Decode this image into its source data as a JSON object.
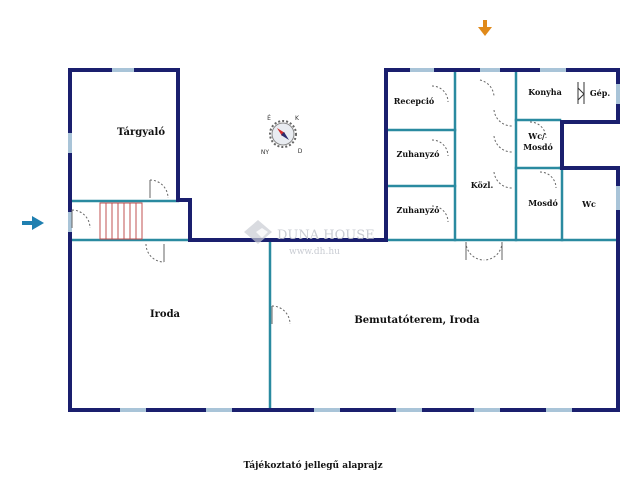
{
  "colors": {
    "outer_wall": "#1a1f6e",
    "inner_wall": "#2a8aa0",
    "window": "#a9c4d8",
    "door": "#666666",
    "arrow_top": "#e08a1a",
    "arrow_left": "#1f7fb0",
    "watermark": "#c9ccd3"
  },
  "rooms": {
    "targyalo": "Tárgyaló",
    "iroda": "Iroda",
    "bemutatoterem": "Bemutatóterem, Iroda",
    "recepcio": "Recepció",
    "zuhanyzo_1": "Zuhanyzó",
    "zuhanyzo_2": "Zuhanyzó",
    "kozl": "Közl.",
    "konyha": "Konyha",
    "gep": "Gép.",
    "wc_mosdo": "Wc/\nMosdó",
    "mosdo": "Mosdó",
    "wc": "Wc"
  },
  "compass": {
    "letters": [
      "É",
      "K",
      "D",
      "NY"
    ]
  },
  "watermark": {
    "brand": "DUNA HOUSE",
    "url": "www.dh.hu"
  },
  "caption": "Tájékoztató jellegű alaprajz",
  "icons": {
    "entrance_top": "arrow-down-icon",
    "entrance_left": "arrow-right-icon",
    "compass": "compass-icon"
  }
}
